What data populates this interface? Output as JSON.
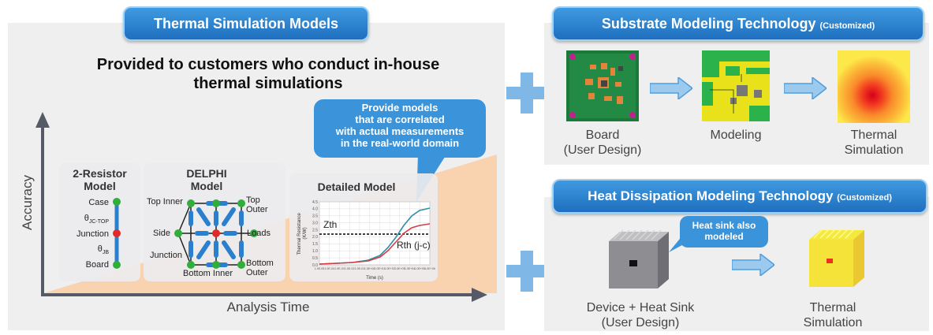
{
  "left_panel": {
    "title": "Thermal Simulation Models",
    "headline_line1": "Provided to customers who conduct in-house",
    "headline_line2": "thermal simulations",
    "y_axis_label": "Accuracy",
    "x_axis_label": "Analysis Time",
    "callout_line1": "Provide models",
    "callout_line2": "that are correlated",
    "callout_line3": "with actual measurements",
    "callout_line4": "in the real-world domain",
    "two_resistor": {
      "title_line1": "2-Resistor",
      "title_line2": "Model",
      "case": "Case",
      "theta_jc": "θ",
      "theta_jc_sub": "JC-TOP",
      "junction": "Junction",
      "theta_jb": "θ",
      "theta_jb_sub": "JB",
      "board": "Board"
    },
    "delphi": {
      "title_line1": "DELPHI",
      "title_line2": "Model",
      "top_inner": "Top Inner",
      "top_outer_line1": "Top",
      "top_outer_line2": "Outer",
      "side": "Side",
      "loads": "Loads",
      "junction": "Junction",
      "bottom_inner": "Bottom Inner",
      "bottom_outer_line1": "Bottom",
      "bottom_outer_line2": "Outer"
    },
    "detailed": {
      "title": "Detailed Model",
      "zth": "Zth",
      "rth": "Rth (j-c)",
      "ylabel_line1": "Thermal Resistance",
      "ylabel_line2": "(K/W)",
      "xlabel": "Time (s)",
      "y_ticks": [
        "4.5",
        "4.0",
        "3.5",
        "3.0",
        "2.5",
        "2.0",
        "1.5",
        "1.0",
        "0.5",
        "0.0"
      ],
      "x_ticks": [
        "1.0E-05",
        "1.0E-04",
        "1.0E-03",
        "1.0E-02",
        "1.0E-01",
        "1.0E+00",
        "1.0E+01",
        "1.0E+02",
        "1.0E+03",
        "1.0E+04",
        "1.0E+05",
        "1.0E+06"
      ]
    }
  },
  "substrate_panel": {
    "title": "Substrate Modeling Technology",
    "title_suffix": "(Customized)",
    "board_line1": "Board",
    "board_line2": "(User Design)",
    "modeling": "Modeling",
    "thermal_line1": "Thermal",
    "thermal_line2": "Simulation"
  },
  "heat_panel": {
    "title": "Heat Dissipation Modeling Technology",
    "title_suffix": "(Customized)",
    "callout_line1": "Heat sink also",
    "callout_line2": "modeled",
    "device_line1": "Device + Heat Sink",
    "device_line2": "(User Design)",
    "thermal_line1": "Thermal",
    "thermal_line2": "Simulation"
  },
  "colors": {
    "accent_blue": "#2a7fcf",
    "arrow_blue": "#4f9fdf",
    "wedge_orange": "#f9d2b0",
    "node_green": "#2fae3a",
    "node_red": "#e02a2a",
    "curve_red": "#d33c45",
    "curve_teal": "#2c8fa5"
  }
}
